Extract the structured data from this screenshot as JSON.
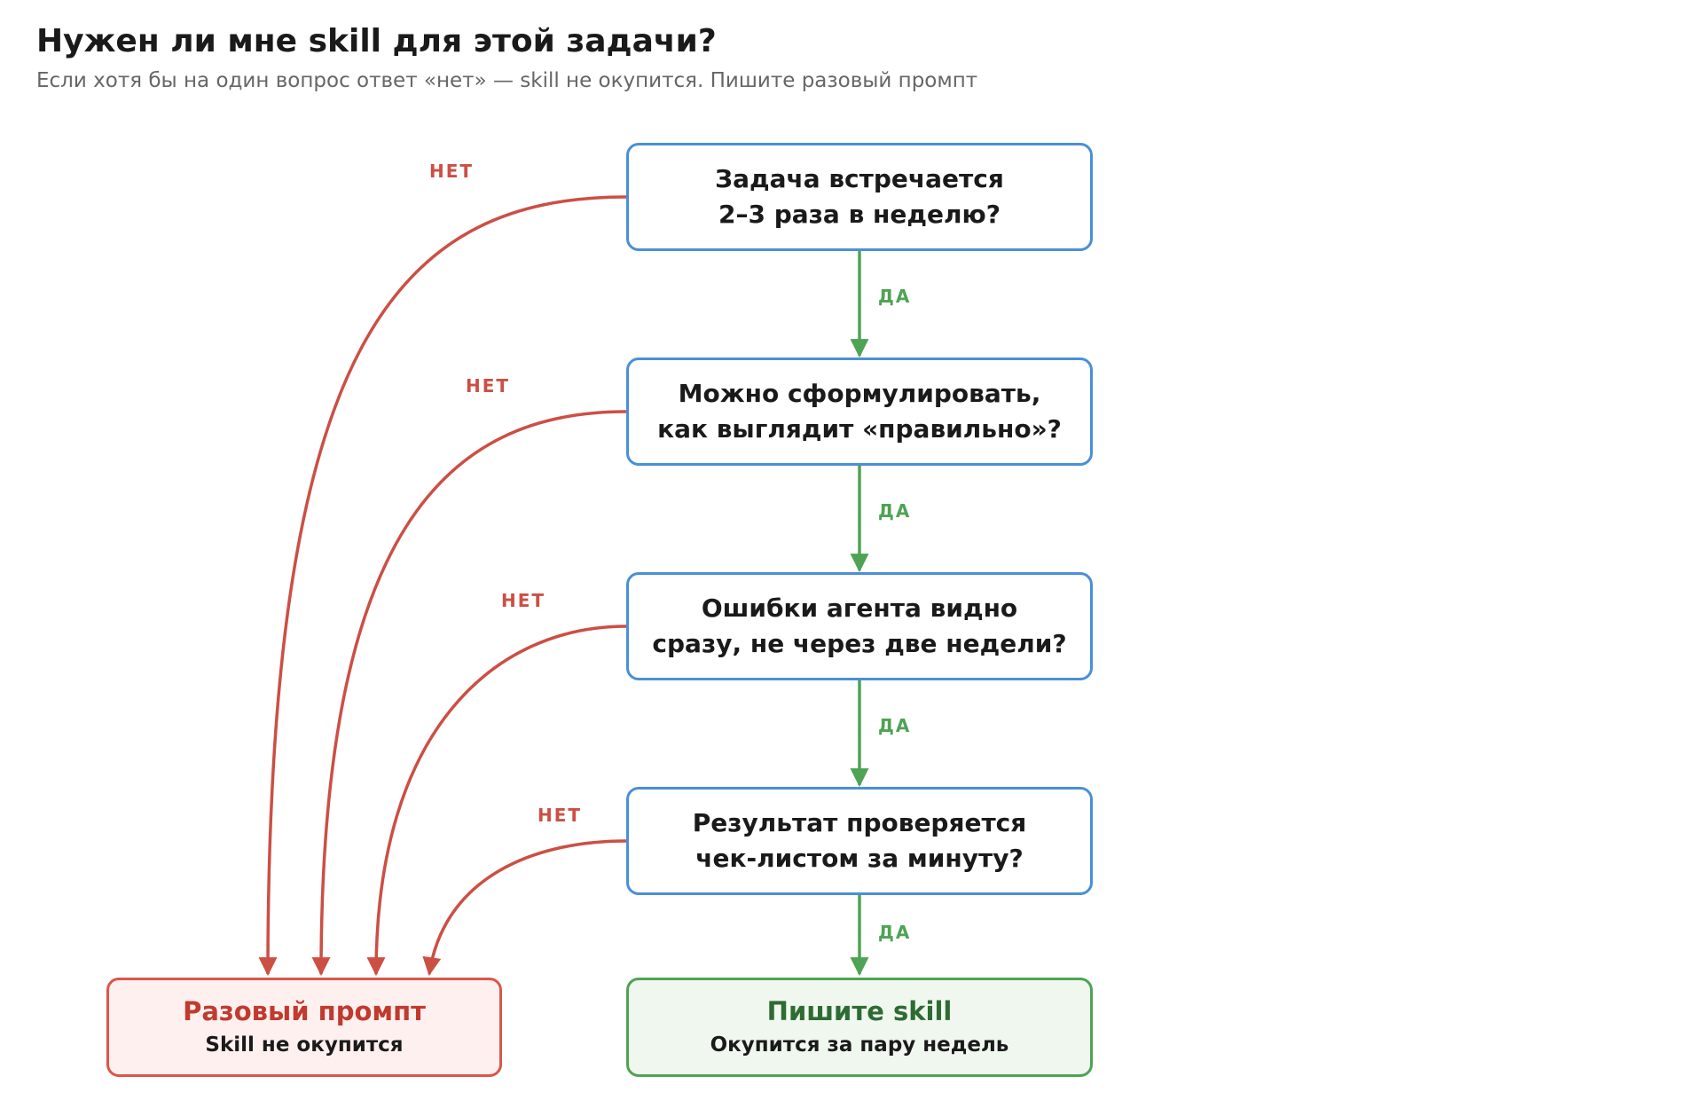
{
  "header": {
    "title": "Нужен ли мне skill для этой задачи?",
    "subtitle": "Если хотя бы на один вопрос ответ «нет» — skill не окупится. Пишите разовый промпт"
  },
  "questions": [
    {
      "line1": "Задача встречается",
      "line2": "2–3 раза в неделю?"
    },
    {
      "line1": "Можно сформулировать,",
      "line2": "как выглядит «правильно»?"
    },
    {
      "line1": "Ошибки агента видно",
      "line2": "сразу, не через две недели?"
    },
    {
      "line1": "Результат проверяется",
      "line2": "чек-листом за минуту?"
    }
  ],
  "edges": {
    "yes_label": "ДА",
    "no_label": "НЕТ"
  },
  "results": {
    "prompt": {
      "title": "Разовый промпт",
      "subtitle": "Skill не окупится"
    },
    "skill": {
      "title": "Пишите skill",
      "subtitle": "Окупится за пару недель"
    }
  },
  "colors": {
    "question_border": "#4a8fd8",
    "yes": "#4ea354",
    "no": "#cc4f44",
    "prompt_border": "#d9574a",
    "prompt_fill": "#fdf0ef",
    "skill_border": "#4ea354",
    "skill_fill": "#eff7ef"
  }
}
